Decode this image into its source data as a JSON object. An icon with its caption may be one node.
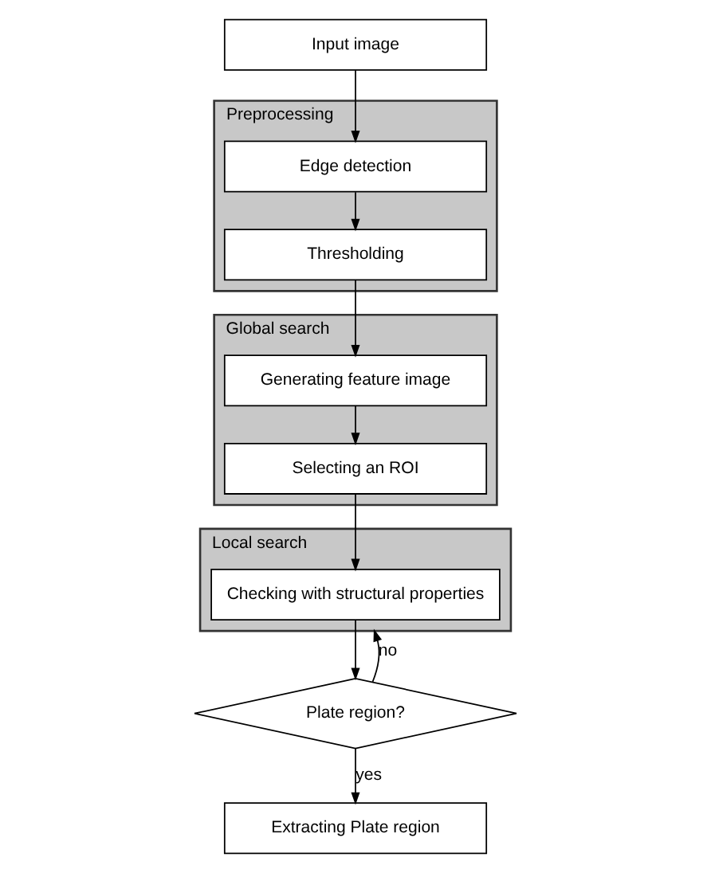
{
  "diagram": {
    "nodes": [
      {
        "text": [
          "Input image"
        ]
      },
      {
        "text": [
          "Preprocessing"
        ]
      },
      {
        "text": [
          "Edge detection"
        ],
        "in": 1
      },
      {
        "text": [
          "Thresholding"
        ],
        "in": 1
      },
      {
        "text": [
          "Global search"
        ]
      },
      {
        "text": [
          "Generating feature image"
        ],
        "in": 4
      },
      {
        "text": [
          "Selecting an ROI"
        ],
        "in": 4
      },
      {
        "text": [
          "Local search"
        ]
      },
      {
        "text": [
          "Checking with structural properties"
        ],
        "in": 7
      },
      {
        "text": [
          "Plate region?"
        ]
      },
      {
        "text": [
          "Extracting Plate region"
        ]
      }
    ],
    "edges": [
      {
        "from": 0,
        "to": 2,
        "arrow": "to"
      },
      {
        "from": 2,
        "to": 3,
        "arrow": "to"
      },
      {
        "from": 3,
        "to": 5,
        "arrow": "to"
      },
      {
        "from": 5,
        "to": 6,
        "arrow": "to"
      },
      {
        "from": 6,
        "to": 8,
        "arrow": "to"
      },
      {
        "from": 8,
        "to": 9,
        "arrow": "to"
      },
      {
        "from": 9,
        "to": 10,
        "label": "yes",
        "arrow": "to"
      },
      {
        "from": 9,
        "to": 8,
        "label": "no",
        "arrow": "to"
      }
    ]
  }
}
